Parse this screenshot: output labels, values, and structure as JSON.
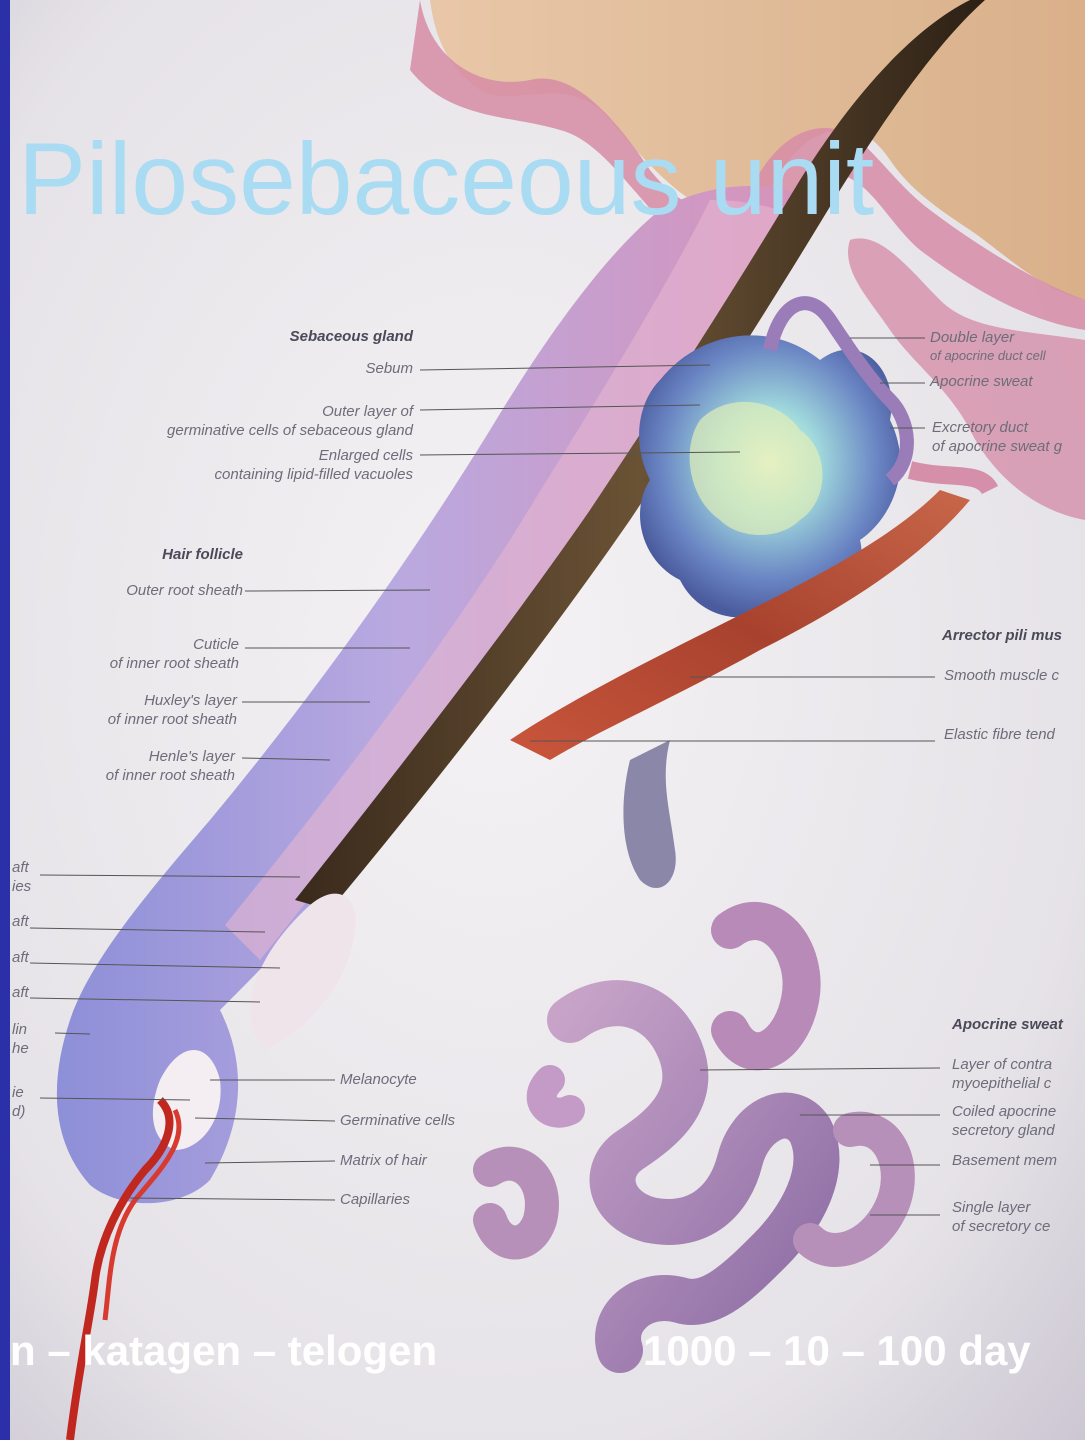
{
  "title": "Pilosebaceous unit",
  "footer": {
    "phases": "n – katagen – telogen",
    "durations": "1000 – 10 – 100 day"
  },
  "labels": {
    "sebaceous_gland": "Sebaceous gland",
    "sebum": "Sebum",
    "outer_layer_1": "Outer layer of",
    "outer_layer_2": "germinative cells of sebaceous gland",
    "enlarged_1": "Enlarged cells",
    "enlarged_2": "containing lipid-filled vacuoles",
    "hair_follicle": "Hair follicle",
    "outer_root_sheath": "Outer root sheath",
    "cuticle_1": "Cuticle",
    "cuticle_2": "of inner root sheath",
    "huxley_1": "Huxley's layer",
    "huxley_2": "of inner root sheath",
    "henle_1": "Henle's layer",
    "henle_2": "of inner root sheath",
    "melanocyte": "Melanocyte",
    "germinative_cells": "Germinative cells",
    "matrix_of_hair": "Matrix of hair",
    "capillaries": "Capillaries",
    "double_layer_1": "Double layer",
    "double_layer_2": "of apocrine duct cell",
    "apocrine_sweat": "Apocrine sweat",
    "excretory_1": "Excretory duct",
    "excretory_2": "of apocrine sweat g",
    "arrector": "Arrector pili mus",
    "smooth_muscle": "Smooth muscle c",
    "elastic_fibre": "Elastic fibre tend",
    "apocrine_sweat_head": "Apocrine sweat",
    "layer_contr_1": "Layer of contra",
    "layer_contr_2": "myoepithelial c",
    "coiled_1": "Coiled apocrine",
    "coiled_2": "secretory gland",
    "basement": "Basement mem",
    "single_layer_1": "Single layer",
    "single_layer_2": "of secretory ce",
    "cut_1": "aft",
    "cut_2": "ies",
    "cut_3": "aft",
    "cut_4": "aft",
    "cut_5": "aft",
    "cut_6": "lin",
    "cut_7": "he",
    "cut_8": "ie",
    "cut_9": "d)"
  },
  "colors": {
    "frame": "#2b2fa8",
    "title": "#a9dcf2",
    "footer": "#ffffff"
  }
}
